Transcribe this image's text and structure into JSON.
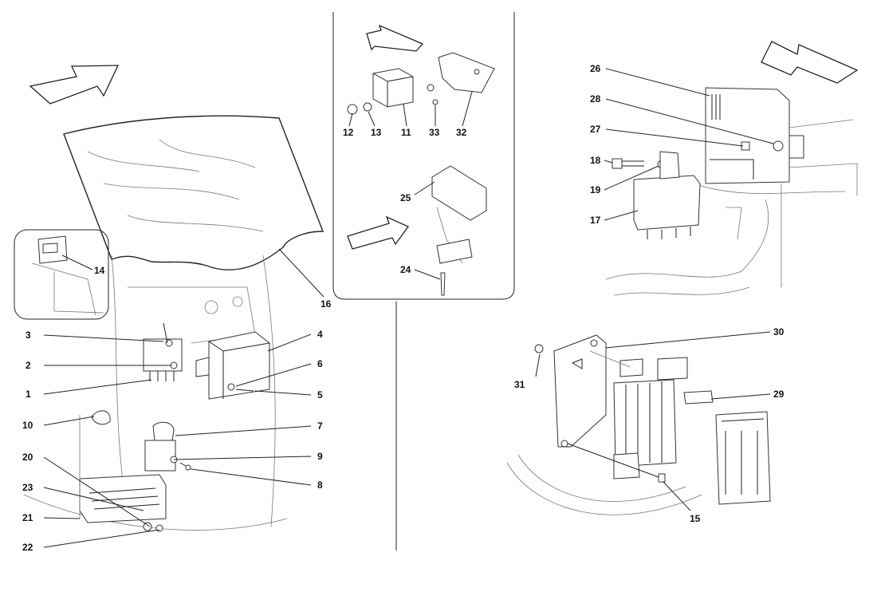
{
  "callouts": {
    "c1": "1",
    "c2": "2",
    "c3": "3",
    "c4": "4",
    "c5": "5",
    "c6": "6",
    "c7": "7",
    "c8": "8",
    "c9": "9",
    "c10": "10",
    "c11": "11",
    "c12": "12",
    "c13": "13",
    "c14": "14",
    "c15": "15",
    "c16": "16",
    "c17": "17",
    "c18": "18",
    "c19": "19",
    "c20": "20",
    "c21": "21",
    "c22": "22",
    "c23": "23",
    "c24": "24",
    "c25": "25",
    "c26": "26",
    "c27": "27",
    "c28": "28",
    "c29": "29",
    "c30": "30",
    "c31": "31",
    "c32": "32",
    "c33": "33"
  },
  "icons": {
    "direction_arrows": [
      "direction-arrow-icon"
    ]
  },
  "colors": {
    "line": "#222222",
    "background": "#ffffff"
  }
}
